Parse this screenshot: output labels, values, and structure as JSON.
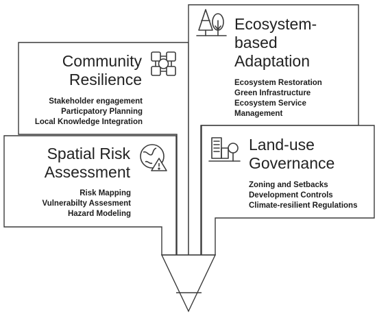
{
  "cards": {
    "community": {
      "title_line1": "Community",
      "title_line2": "Resilience",
      "items": [
        "Stakeholder engagement",
        "Particpatory Planning",
        "Local Knowledge Integration"
      ],
      "icon": "puzzle-hands-icon"
    },
    "ecosystem": {
      "title_line1": "Ecosystem-",
      "title_line2": "based",
      "title_line3": "Adaptation",
      "items": [
        "Ecosystem Restoration",
        "Green Infrastructure",
        "Ecosystem Service",
        "Management"
      ],
      "icon": "trees-icon"
    },
    "spatial": {
      "title_line1": "Spatial Risk",
      "title_line2": "Assessment",
      "items": [
        "Risk Mapping",
        "Vulnerabilty Assesment",
        "Hazard Modeling"
      ],
      "icon": "globe-warning-icon"
    },
    "landuse": {
      "title_line1": "Land-use",
      "title_line2": "Governance",
      "items": [
        "Zoning and Setbacks",
        "Development Controls",
        "Climate-resilient Regulations"
      ],
      "icon": "buildings-tree-icon"
    }
  },
  "colors": {
    "stroke": "#3a3a3a",
    "text": "#1f1f1f",
    "background": "#ffffff"
  }
}
